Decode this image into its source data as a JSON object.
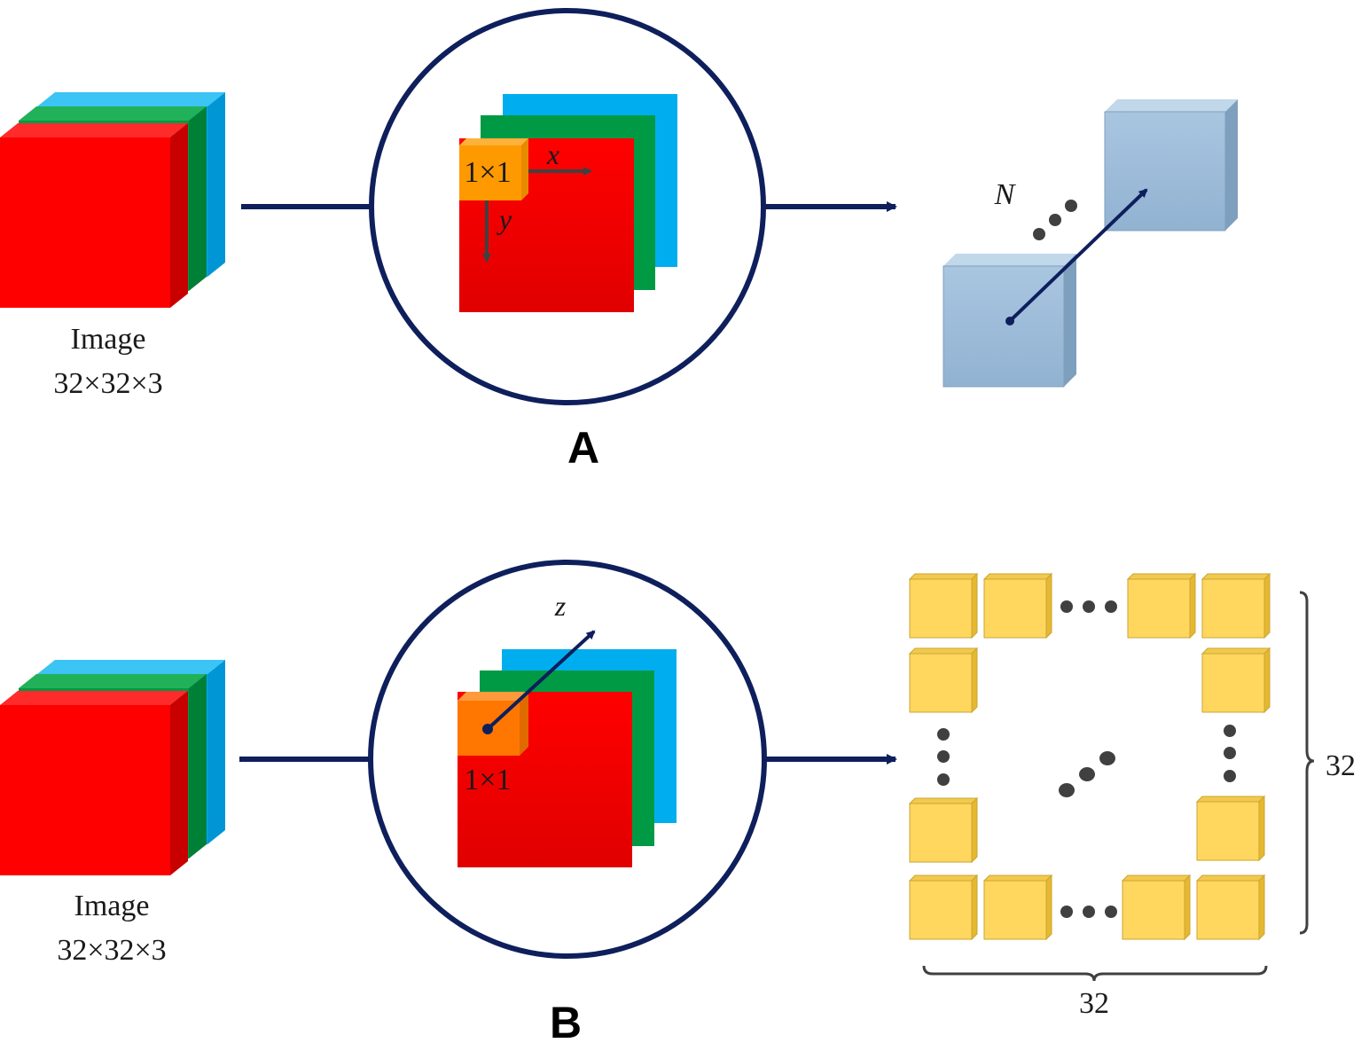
{
  "panels": {
    "a": {
      "label": "A",
      "image_label": "Image",
      "image_dims": "32×32×3",
      "kernel_label": "1×1",
      "axis_x": "x",
      "axis_y": "y",
      "output_count_label": "N"
    },
    "b": {
      "label": "B",
      "image_label": "Image",
      "image_dims": "32×32×3",
      "kernel_label": "1×1",
      "axis_z": "z",
      "grid_height_label": "32",
      "grid_width_label": "32"
    }
  },
  "colors": {
    "red_channel": "#ff0000",
    "green_channel": "#009a44",
    "blue_channel": "#00aeef",
    "kernel_a": "#ff9900",
    "kernel_b": "#ff7700",
    "output_cube_a": "#a4c2dd",
    "output_cube_b": "#ffd75e",
    "connector": "#0e1f5c"
  }
}
